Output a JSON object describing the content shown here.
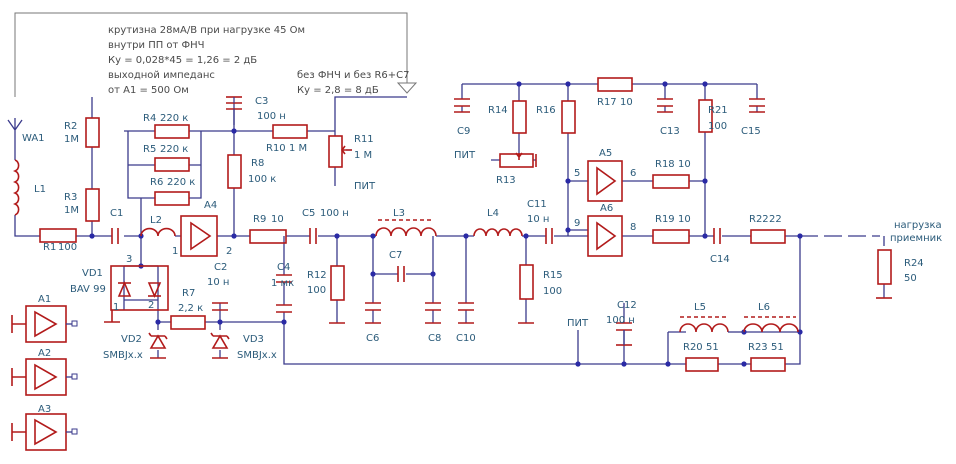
{
  "notes": {
    "gain": "крутизна 28мА/В при нагрузке 45 Ом",
    "inside": "внутри ПП от ФНЧ",
    "ku1": "Ку = 0,028*45 = 1,26 = 2 дБ",
    "impedance": "выходной импеданс",
    "impedance2": "от А1 = 500 Ом",
    "nofilter": "без ФНЧ и без R6+C7",
    "ku2": "Ку = 2,8 = 8 дБ",
    "load": "нагрузка",
    "receiver": "приемник"
  },
  "parts": {
    "WA1": "WA1",
    "L1": "L1",
    "R1": "R1",
    "R1v": "100",
    "R2": "R2",
    "R2v": "1M",
    "R3": "R3",
    "R3v": "1M",
    "C1": "C1",
    "L2": "L2",
    "R4": "R4",
    "R4v": "220 к",
    "R5": "R5",
    "R5v": "220 к",
    "R6": "R6",
    "R6v": "220 к",
    "A4": "A4",
    "p1": "1",
    "p2": "2",
    "C3": "C3",
    "C3v": "100 н",
    "R8": "R8",
    "R8v": "100 к",
    "R10": "R10",
    "R10v": "1 М",
    "R11": "R11",
    "R11v": "1 М",
    "pit1": "ПИТ",
    "R9": "R9",
    "R9v": "10",
    "C5": "C5",
    "C5v": "100 н",
    "L3": "L3",
    "C7": "C7",
    "L4": "L4",
    "C11": "C11",
    "C11v": "10 н",
    "R12": "R12",
    "R12v": "100",
    "C6": "C6",
    "C8": "C8",
    "C10": "C10",
    "R15": "R15",
    "R15v": "100",
    "C9": "C9",
    "R14": "R14",
    "R16": "R16",
    "R13": "R13",
    "pit2": "ПИТ",
    "R17": "R17",
    "R17v": "10",
    "C13": "C13",
    "R21": "R21",
    "R21v": "100",
    "C15": "C15",
    "A5": "A5",
    "A6": "A6",
    "n5": "5",
    "n6": "6",
    "n9": "9",
    "n8": "8",
    "R18": "R18",
    "R18v": "10",
    "R19": "R19",
    "R19v": "10",
    "C14": "C14",
    "R22": "R22",
    "R22v": "22",
    "R24": "R24",
    "R24v": "50",
    "VD1": "VD1",
    "VD1v": "BAV 99",
    "d3": "3",
    "d1": "1",
    "d2": "2",
    "C2": "C2",
    "C2v": "10 н",
    "C4": "C4",
    "C4v": "1 мк",
    "R7": "R7",
    "R7v": "2,2 к",
    "VD2": "VD2",
    "VD2v": "SMBJx.x",
    "VD3": "VD3",
    "VD3v": "SMBJx.x",
    "pit3": "ПИТ",
    "C12": "C12",
    "C12v": "100 н",
    "L5": "L5",
    "L6": "L6",
    "R20": "R20",
    "R20v": "51",
    "R23": "R23",
    "R23v": "51",
    "A1": "A1",
    "A2": "A2",
    "A3": "A3"
  }
}
